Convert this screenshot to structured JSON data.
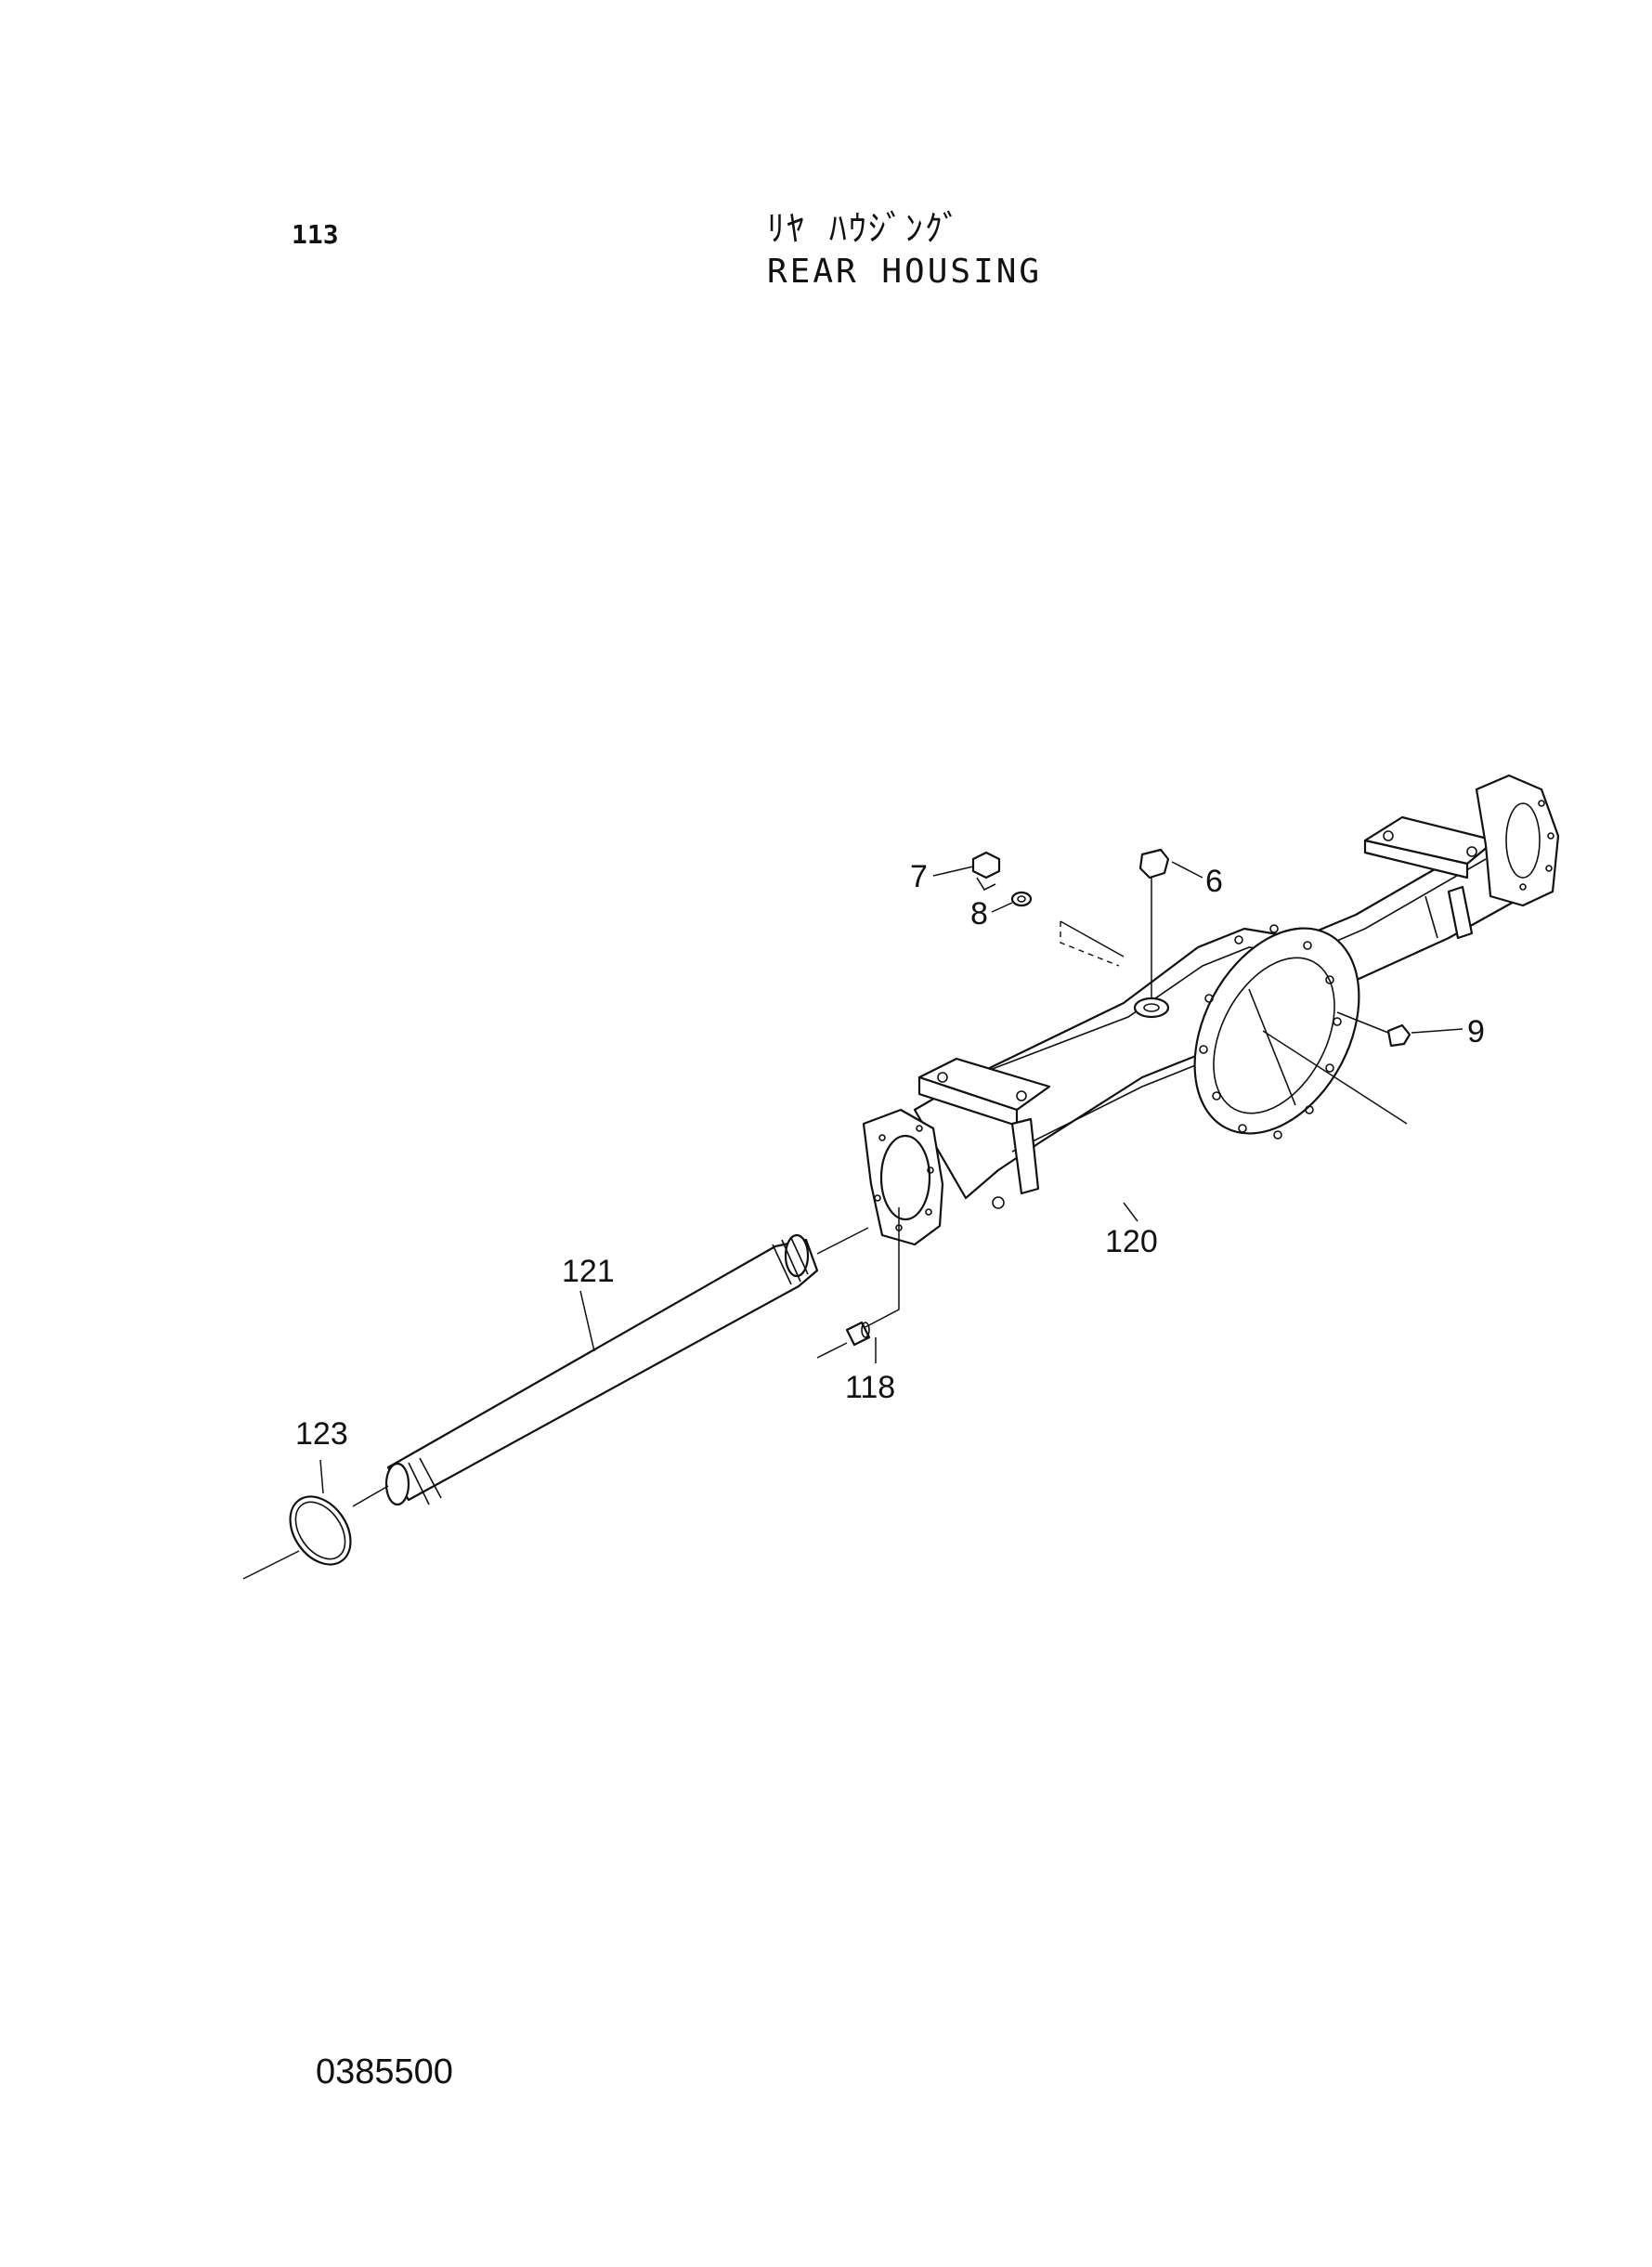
{
  "header": {
    "page_number": "113",
    "title_jp": "ﾘﾔ ﾊｳｼﾞﾝｸﾞ",
    "title_en": "REAR HOUSING"
  },
  "footer": {
    "drawing_number": "0385500"
  },
  "callouts": {
    "c6": "6",
    "c7": "7",
    "c8": "8",
    "c9": "9",
    "c118": "118",
    "c120": "120",
    "c121": "121",
    "c123": "123"
  }
}
